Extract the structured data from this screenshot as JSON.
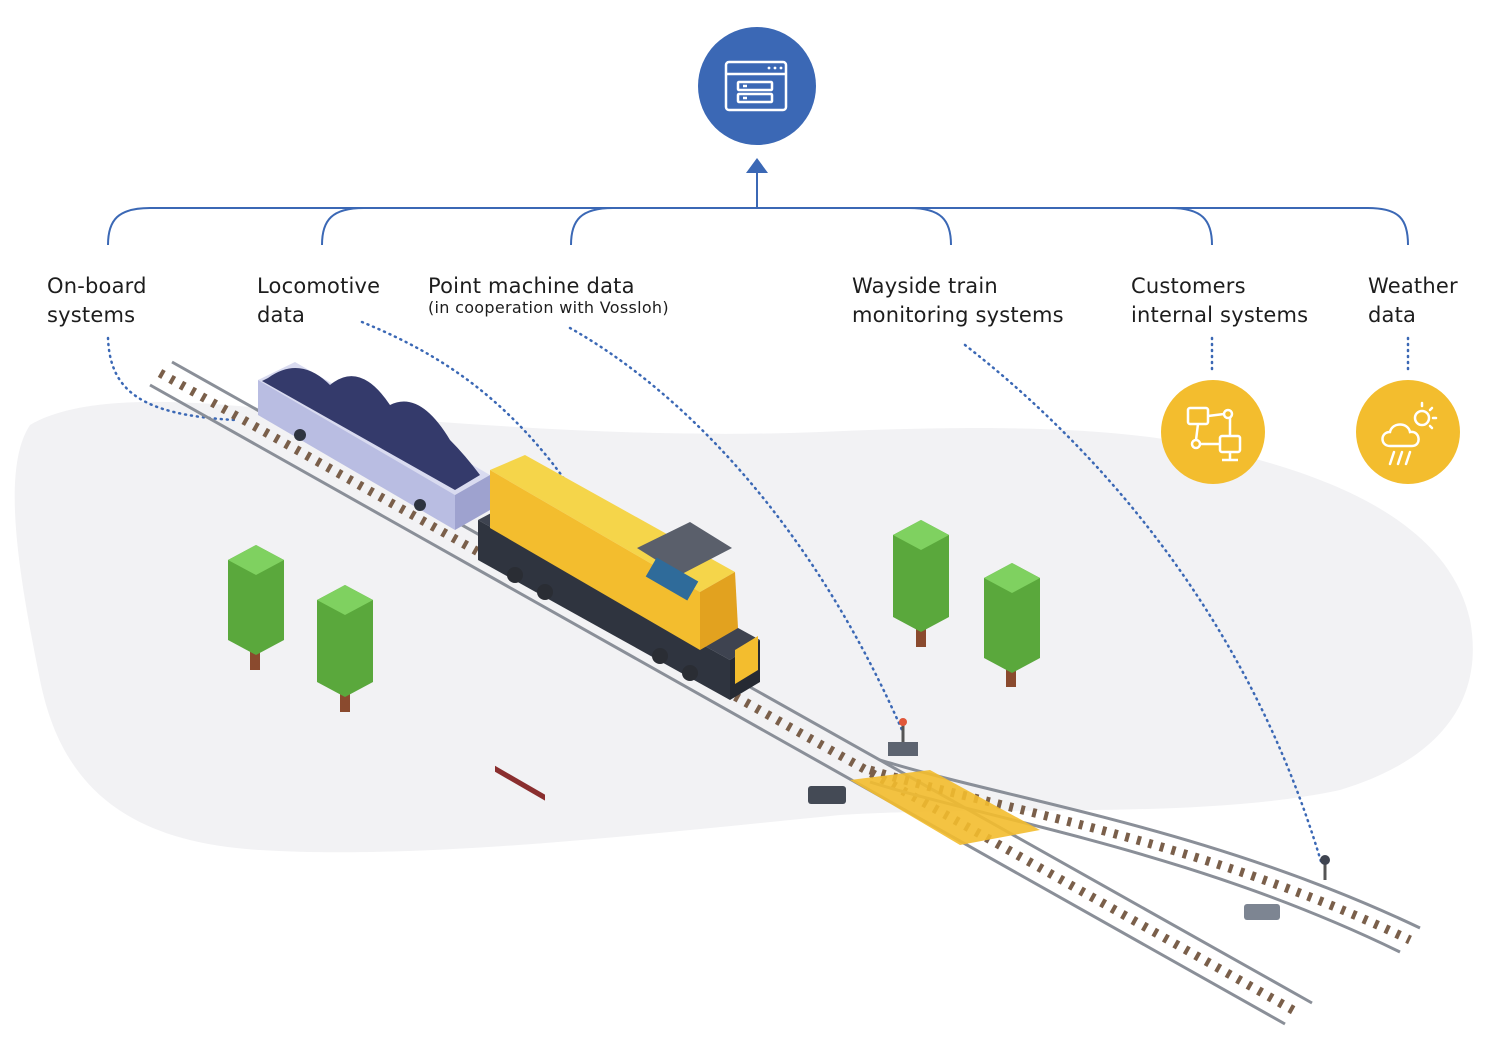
{
  "colors": {
    "hub_blue": "#3b68b5",
    "accent_yellow": "#f3bd2e",
    "ground": "#f2f2f4",
    "tree_green": "#6cc04a",
    "dotted_line": "#3b68b5"
  },
  "hub": {
    "icon": "dashboard-window-icon"
  },
  "sources": [
    {
      "id": "onboard",
      "lines": [
        "On-board",
        "systems"
      ]
    },
    {
      "id": "loco",
      "lines": [
        "Locomotive",
        "data"
      ]
    },
    {
      "id": "point",
      "lines": [
        "Point machine data"
      ],
      "note": "(in cooperation with Vossloh)"
    },
    {
      "id": "wayside",
      "lines": [
        "Wayside train",
        "monitoring systems"
      ]
    },
    {
      "id": "customers",
      "lines": [
        "Customers",
        "internal systems"
      ],
      "icon": "flowchart-icon"
    },
    {
      "id": "weather",
      "lines": [
        "Weather",
        "data"
      ],
      "icon": "weather-icon"
    }
  ]
}
